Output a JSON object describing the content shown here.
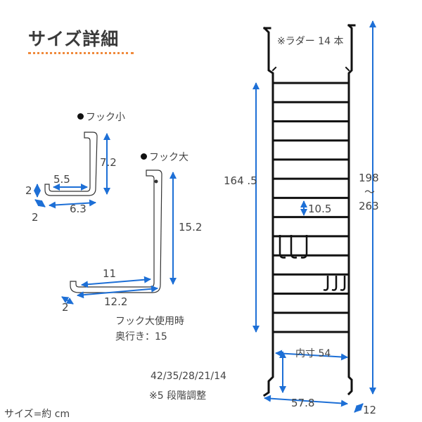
{
  "title": "サイズ詳細",
  "colors": {
    "dimension": "#1d6fd6",
    "ladder": "#111111",
    "hook": "#ffffff",
    "accent": "#f08a3c"
  },
  "hook_small": {
    "label": "フック小",
    "height": "7.2",
    "inner_width": "5.5",
    "outer_width": "6.3",
    "lip": "2",
    "depth": "2"
  },
  "hook_large": {
    "label": "フック大",
    "height": "15.2",
    "inner_width": "11",
    "outer_width": "12.2",
    "depth": "2"
  },
  "note_large_hook": {
    "line1": "フック大使用時",
    "line2": "奥行き：15"
  },
  "ladder": {
    "rungs_note": "※ラダー 14 本",
    "rung_count": 14,
    "height_label": "164 .5",
    "total_height_min": "198",
    "total_height_tilde": "～",
    "total_height_max": "263",
    "rung_spacing": "10.5",
    "inner_width": "内寸 54",
    "adjust_heights": "42/35/28/21/14",
    "adjust_note": "※5 段階調整",
    "outer_width": "57.8",
    "depth": "12"
  },
  "unit_note": "サイズ=約 cm"
}
